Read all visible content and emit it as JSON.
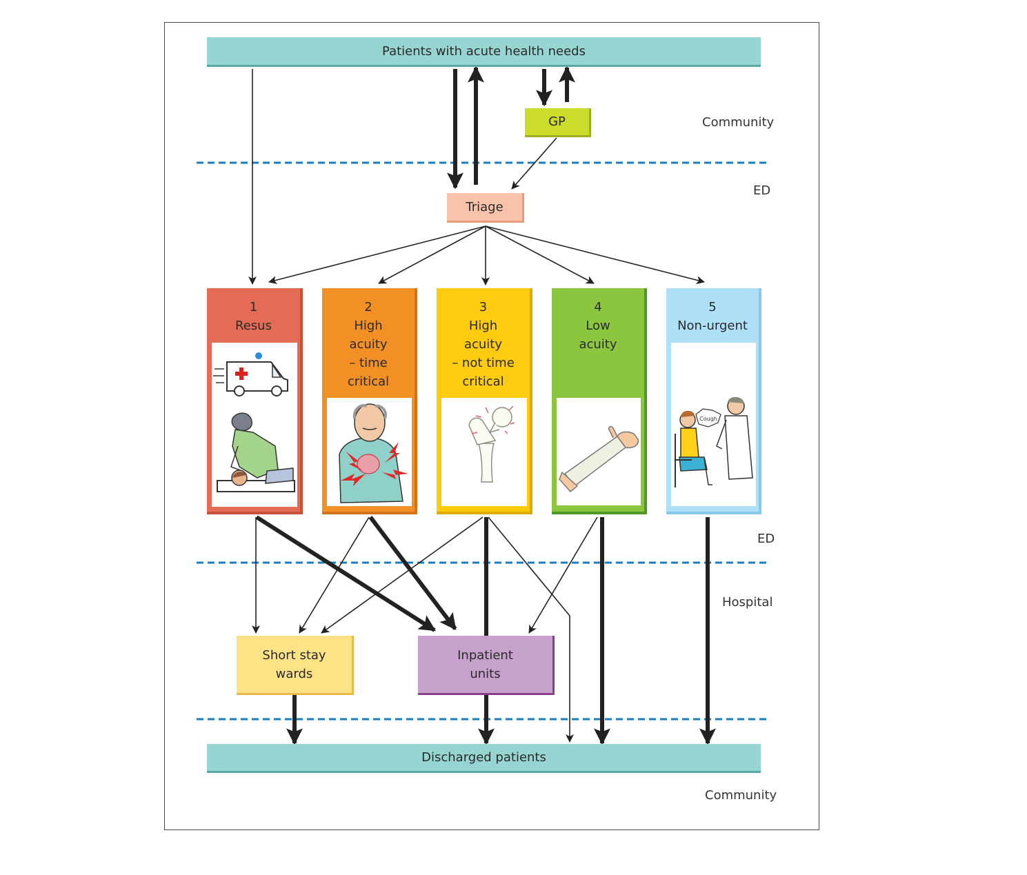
{
  "top_bar": "Patients with acute health needs",
  "bottom_bar": "Discharged patients",
  "gp": "GP",
  "triage": "Triage",
  "zones": {
    "community_top": "Community",
    "ed_top": "ED",
    "ed_bottom": "ED",
    "hospital": "Hospital",
    "community_bottom": "Community"
  },
  "categories": [
    {
      "number": "1",
      "lines": [
        "Resus"
      ],
      "illustration": "ambulance-and-cpr",
      "color": "#e46b55"
    },
    {
      "number": "2",
      "lines": [
        "High",
        "acuity",
        "– time",
        "critical"
      ],
      "illustration": "man-with-chest-pain",
      "color": "#f39025"
    },
    {
      "number": "3",
      "lines": [
        "High",
        "acuity",
        "– not time",
        "critical"
      ],
      "illustration": "fractured-femur",
      "color": "#ffcb0e"
    },
    {
      "number": "4",
      "lines": [
        "Low",
        "acuity"
      ],
      "illustration": "arm-in-cast",
      "color": "#8cc63f"
    },
    {
      "number": "5",
      "lines": [
        "Non-urgent"
      ],
      "illustration": "coughing-patient-with-doctor",
      "color": "#aee0f8"
    }
  ],
  "cough_text": "Cough",
  "short_stay": [
    "Short stay",
    "wards"
  ],
  "inpatient": [
    "Inpatient",
    "units"
  ],
  "colors": {
    "bar": "#96d5d2",
    "gp": "#cbdc2a",
    "triage": "#f9c3ab",
    "short_stay": "#fde286",
    "inpatient": "#c6a1cc",
    "divider": "#1a7ec2"
  }
}
